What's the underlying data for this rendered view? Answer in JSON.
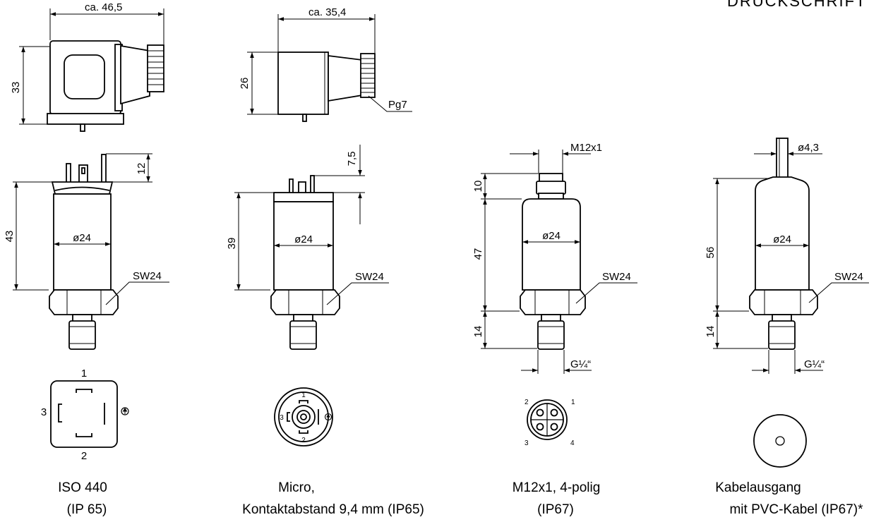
{
  "header_partial": "DRUCKSCHRIFT",
  "variants": [
    {
      "connector_name": "ISO 440",
      "connector_rating": "(IP 65)",
      "top_width_label": "ca. 46,5",
      "top_height_label": "33",
      "plug_height_label": "12",
      "body_length_label": "43",
      "diameter_label": "ø24",
      "hex_label": "SW24",
      "pins": [
        "1",
        "2",
        "3"
      ]
    },
    {
      "connector_name": "Micro,",
      "connector_rating": "Kontaktabstand 9,4 mm (IP65)",
      "top_width_label": "ca. 35,4",
      "top_height_label": "26",
      "gland_label": "Pg7",
      "plug_height_label": "7,5",
      "body_length_label": "39",
      "diameter_label": "ø24",
      "hex_label": "SW24",
      "pins": [
        "1",
        "2",
        "3"
      ]
    },
    {
      "connector_name": "M12x1, 4-polig",
      "connector_rating": "(IP67)",
      "connector_thread_label": "M12x1",
      "connector_height_label": "10",
      "body_length_label": "47",
      "diameter_label": "ø24",
      "hex_label": "SW24",
      "thread_length_label": "14",
      "thread_label": "G¼“",
      "pins": [
        "1",
        "2",
        "3",
        "4"
      ]
    },
    {
      "connector_name": "Kabelausgang",
      "connector_rating": "mit PVC-Kabel (IP67)*",
      "cable_diameter_label": "ø4,3",
      "body_length_label": "56",
      "diameter_label": "ø24",
      "hex_label": "SW24",
      "thread_length_label": "14",
      "thread_label": "G¼“"
    }
  ]
}
